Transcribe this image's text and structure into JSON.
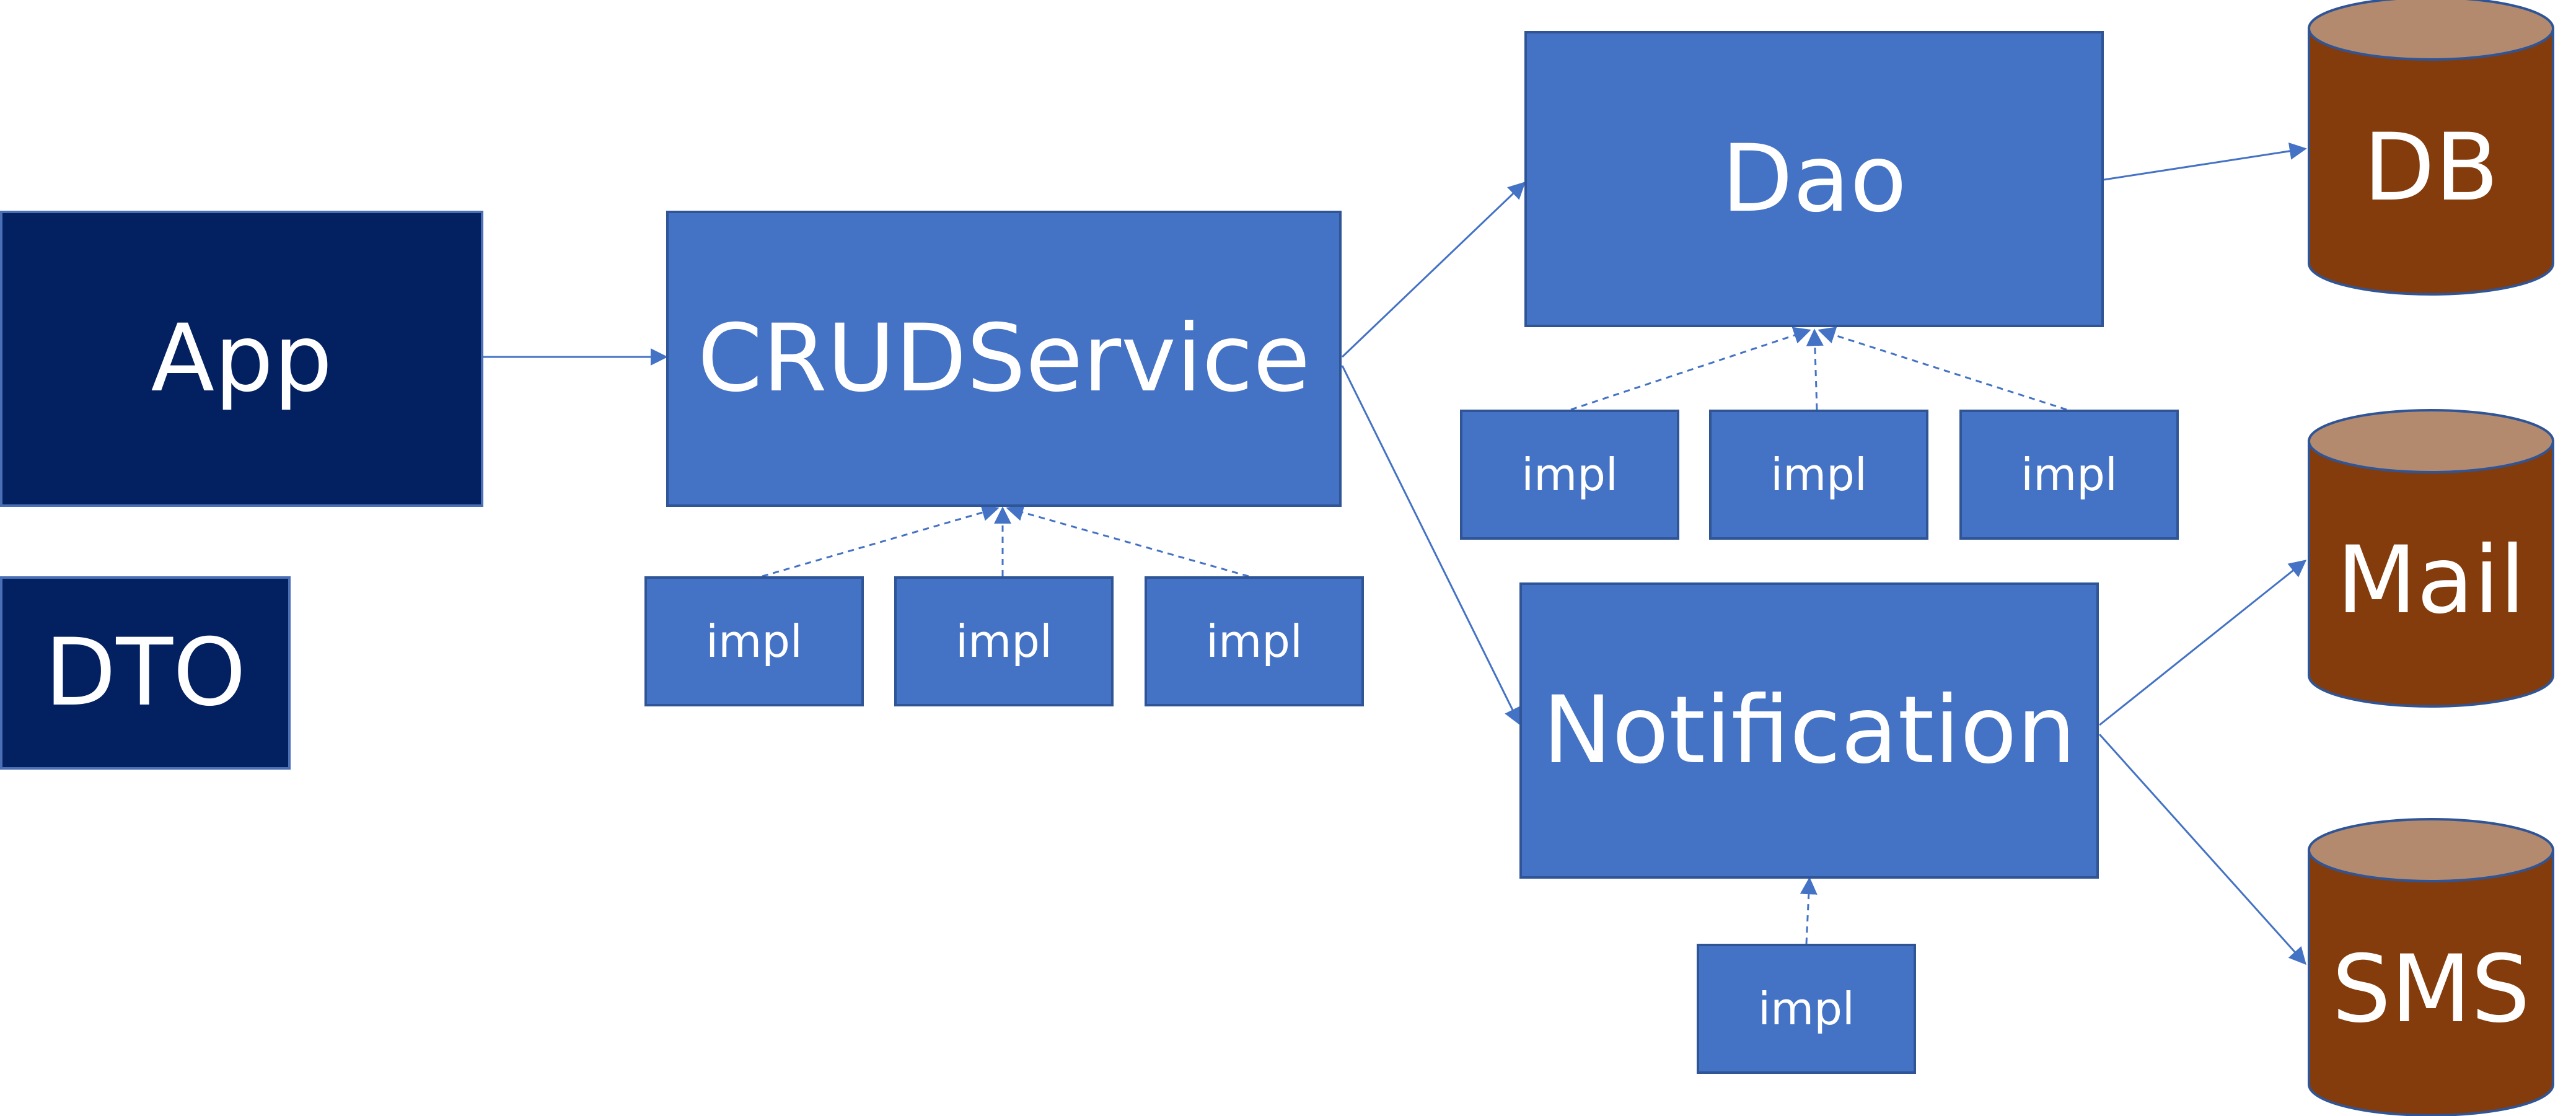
{
  "diagram": {
    "app": "App",
    "dto": "DTO",
    "crud_service": "CRUDService",
    "crud_impls": [
      "impl",
      "impl",
      "impl"
    ],
    "dao": "Dao",
    "dao_impls": [
      "impl",
      "impl",
      "impl"
    ],
    "notification": "Notification",
    "notification_impl": "impl",
    "db": "DB",
    "mail": "Mail",
    "sms": "SMS"
  },
  "colors": {
    "dark_box": "#032060",
    "blue_box": "#4472c4",
    "blue_border": "#2f5597",
    "cylinder_body": "#843c0c",
    "cylinder_top": "#b48a6e",
    "arrow": "#4472c4"
  }
}
